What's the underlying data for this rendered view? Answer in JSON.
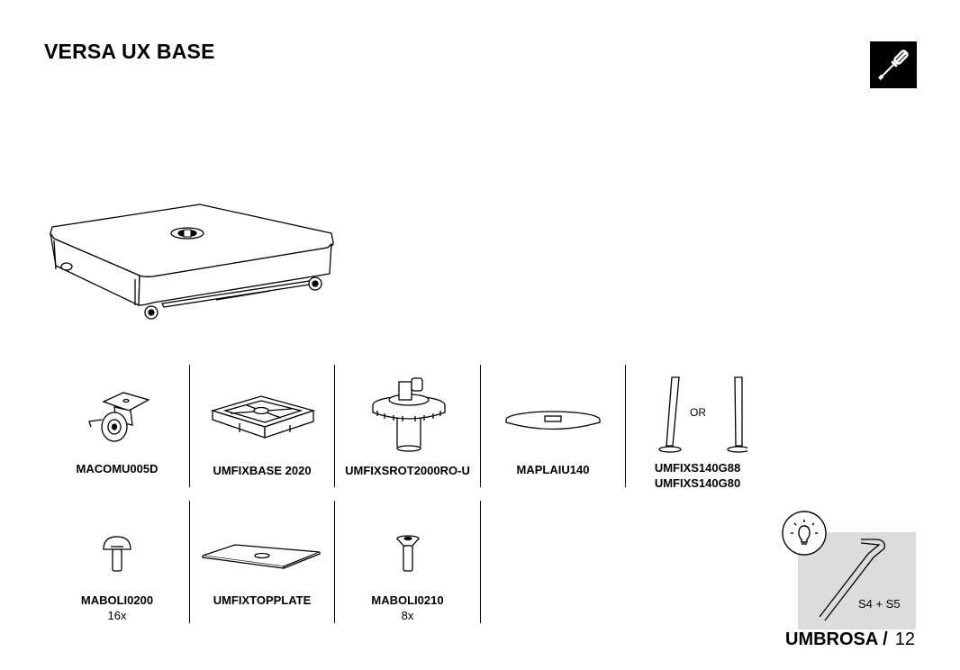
{
  "page": {
    "title": "VERSA UX BASE",
    "tool_icon": "screwdriver-icon",
    "footer_brand": "UMBROSA /",
    "page_number": "12"
  },
  "parts_row1": [
    {
      "code": "MACOMU005D"
    },
    {
      "code": "UMFIXBASE 2020"
    },
    {
      "code": "UMFIXSROT2000RO-U"
    },
    {
      "code": "MAPLAIU140"
    },
    {
      "code": "UMFIXS140G88",
      "code2": "UMFIXS140G80",
      "or_label": "OR"
    }
  ],
  "parts_row2": [
    {
      "code": "MABOLI0200",
      "qty": "16x"
    },
    {
      "code": "UMFIXTOPPLATE"
    },
    {
      "code": "MABOLI0210",
      "qty": "8x"
    }
  ],
  "tip": {
    "icon": "lightbulb-icon",
    "tool": "allen-key",
    "label": "S4 + S5"
  }
}
